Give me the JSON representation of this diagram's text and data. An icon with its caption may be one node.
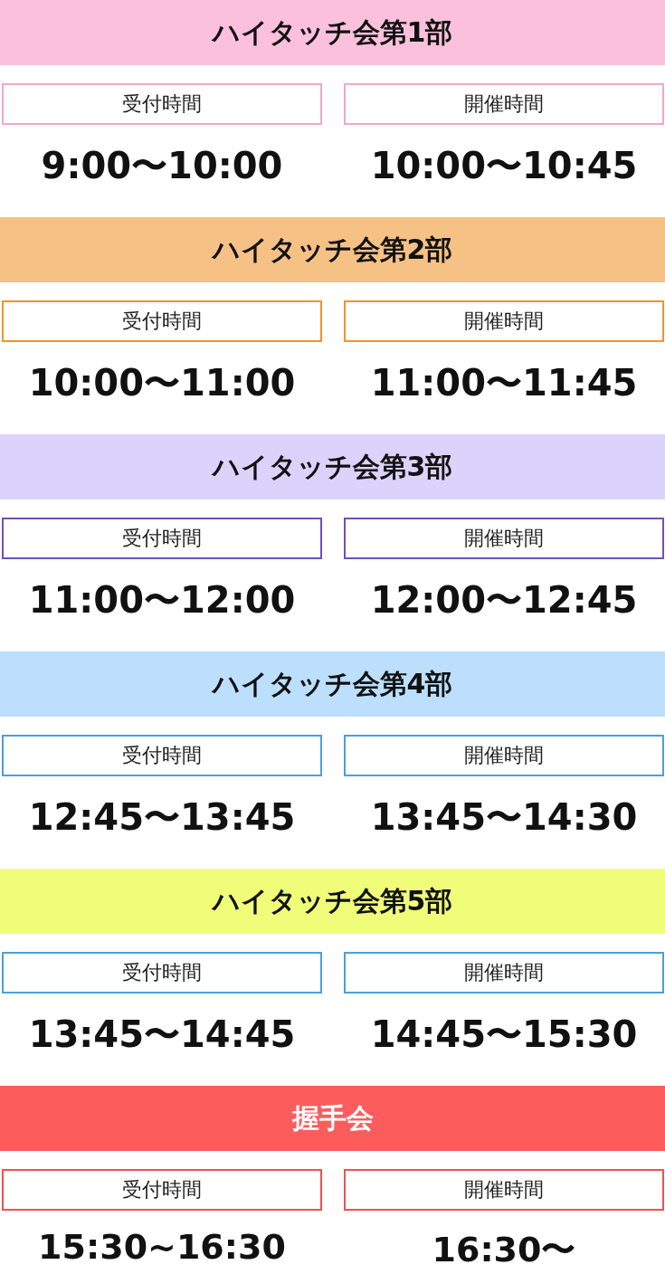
{
  "diagram": {
    "nodes": [
      {
        "text": [
          "ハイタッチ会第1部"
        ]
      },
      {
        "text": [
          "受付時間"
        ],
        "beside": [
          "9:00〜10:00"
        ]
      },
      {
        "text": [
          "開催時間"
        ],
        "beside": [
          "10:00〜10:45"
        ]
      },
      {
        "text": [
          "ハイタッチ会第2部"
        ]
      },
      {
        "text": [
          "受付時間"
        ],
        "beside": [
          "10:00〜11:00"
        ]
      },
      {
        "text": [
          "開催時間"
        ],
        "beside": [
          "11:00〜11:45"
        ]
      },
      {
        "text": [
          "ハイタッチ会第3部"
        ]
      },
      {
        "text": [
          "受付時間"
        ],
        "beside": [
          "11:00〜12:00"
        ]
      },
      {
        "text": [
          "開催時間"
        ],
        "beside": [
          "12:00〜12:45"
        ]
      },
      {
        "text": [
          "ハイタッチ会第4部"
        ]
      },
      {
        "text": [
          "受付時間"
        ],
        "beside": [
          "12:45〜13:45"
        ]
      },
      {
        "text": [
          "開催時間"
        ],
        "beside": [
          "13:45〜14:30"
        ]
      },
      {
        "text": [
          "ハイタッチ会第5部"
        ]
      },
      {
        "text": [
          "受付時間"
        ],
        "beside": [
          "13:45〜14:45"
        ]
      },
      {
        "text": [
          "開催時間"
        ],
        "beside": [
          "14:45〜15:30"
        ]
      },
      {
        "text": [
          "握手会"
        ]
      },
      {
        "text": [
          "受付時間"
        ],
        "beside": [
          "15:30~16:30"
        ]
      },
      {
        "text": [
          "開催時間"
        ],
        "beside": [
          "16:30〜"
        ]
      }
    ]
  }
}
